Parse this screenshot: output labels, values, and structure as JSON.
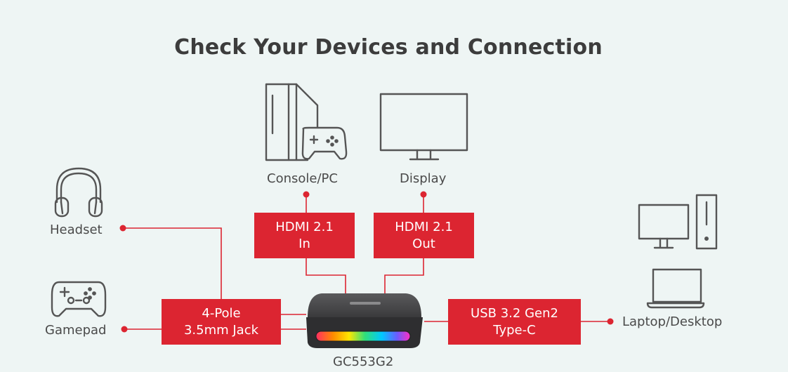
{
  "title": "Check Your Devices and Connection",
  "devices": {
    "console_pc": "Console/PC",
    "display": "Display",
    "headset": "Headset",
    "gamepad": "Gamepad",
    "laptop_desktop": "Laptop/Desktop",
    "capture_card": "GC553G2"
  },
  "ports": {
    "hdmi_in": {
      "line1": "HDMI 2.1",
      "line2": "In"
    },
    "hdmi_out": {
      "line1": "HDMI 2.1",
      "line2": "Out"
    },
    "audio_jack": {
      "line1": "4-Pole",
      "line2": "3.5mm Jack"
    },
    "usb": {
      "line1": "USB 3.2 Gen2",
      "line2": "Type-C"
    }
  },
  "colors": {
    "accent": "#dc2531",
    "icon_stroke": "#555555",
    "background": "#eef5f4"
  }
}
